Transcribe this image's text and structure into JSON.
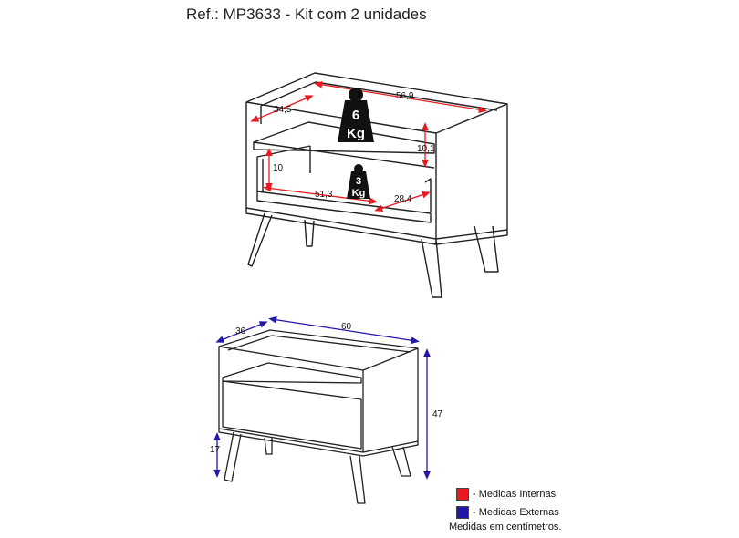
{
  "title": "Ref.: MP3633 - Kit com 2 unidades",
  "colors": {
    "internal": "#e8191f",
    "external": "#2317a8",
    "line": "#222222"
  },
  "internal_dims": {
    "top_width": "56,9",
    "top_depth": "34,5",
    "niche_height": "10,1",
    "drawer_height": "10",
    "drawer_width": "51,3",
    "drawer_depth": "28,4"
  },
  "weights": {
    "top": {
      "value": "6",
      "unit": "Kg"
    },
    "drawer": {
      "value": "3",
      "unit": "Kg"
    }
  },
  "external_dims": {
    "width": "60",
    "depth": "36",
    "height": "47",
    "leg_height": "17"
  },
  "legend": {
    "internal": "- Medidas Internas",
    "external": "- Medidas Externas",
    "note": "Medidas em centímetros."
  }
}
